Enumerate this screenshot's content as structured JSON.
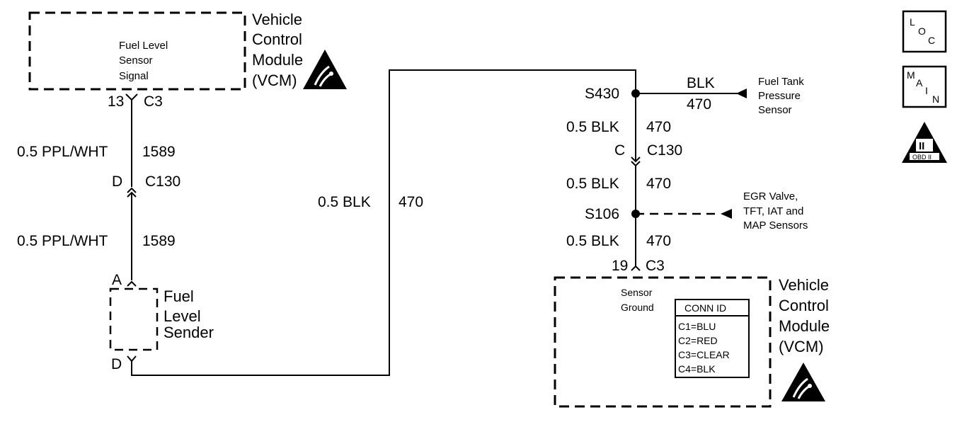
{
  "vcm_top": {
    "title_lines": [
      "Vehicle",
      "Control",
      "Module",
      "(VCM)"
    ],
    "circuit_lines": [
      "Fuel Level",
      "Sensor",
      "Signal"
    ],
    "pin": "13",
    "connector": "C3"
  },
  "left_wire": {
    "upper_label": "0.5 PPL/WHT",
    "upper_circuit": "1589",
    "connector_pin": "D",
    "connector": "C130",
    "lower_label": "0.5 PPL/WHT",
    "lower_circuit": "1589"
  },
  "sender": {
    "top_pin": "A",
    "bottom_pin": "D",
    "title_lines": [
      "Fuel",
      "Level",
      "Sender"
    ]
  },
  "middle_wire": {
    "label": "0.5 BLK",
    "circuit": "470"
  },
  "right_wire": {
    "splice_top": "S430",
    "branch_color": "BLK",
    "branch_circuit": "470",
    "fuel_tank_lines": [
      "Fuel Tank",
      "Pressure",
      "Sensor"
    ],
    "seg1_label": "0.5 BLK",
    "seg1_circuit": "470",
    "connector_pin": "C",
    "connector": "C130",
    "seg2_label": "0.5 BLK",
    "seg2_circuit": "470",
    "splice_bottom": "S106",
    "egr_lines": [
      "EGR Valve,",
      "TFT, IAT and",
      "MAP Sensors"
    ],
    "seg3_label": "0.5 BLK",
    "seg3_circuit": "470",
    "pin": "19",
    "pin_connector": "C3"
  },
  "vcm_bottom": {
    "title_lines": [
      "Vehicle",
      "Control",
      "Module",
      "(VCM)"
    ],
    "circuit_lines": [
      "Sensor",
      "Ground"
    ],
    "conn_id": {
      "header": "CONN ID",
      "rows": [
        "C1=BLU",
        "C2=RED",
        "C3=CLEAR",
        "C4=BLK"
      ]
    }
  },
  "legend_icons": {
    "loc_letters": [
      "L",
      "O",
      "C"
    ],
    "main_letters": [
      "M",
      "A",
      "I",
      "N"
    ],
    "obd_roman": "II",
    "obd_text": "OBD II"
  }
}
